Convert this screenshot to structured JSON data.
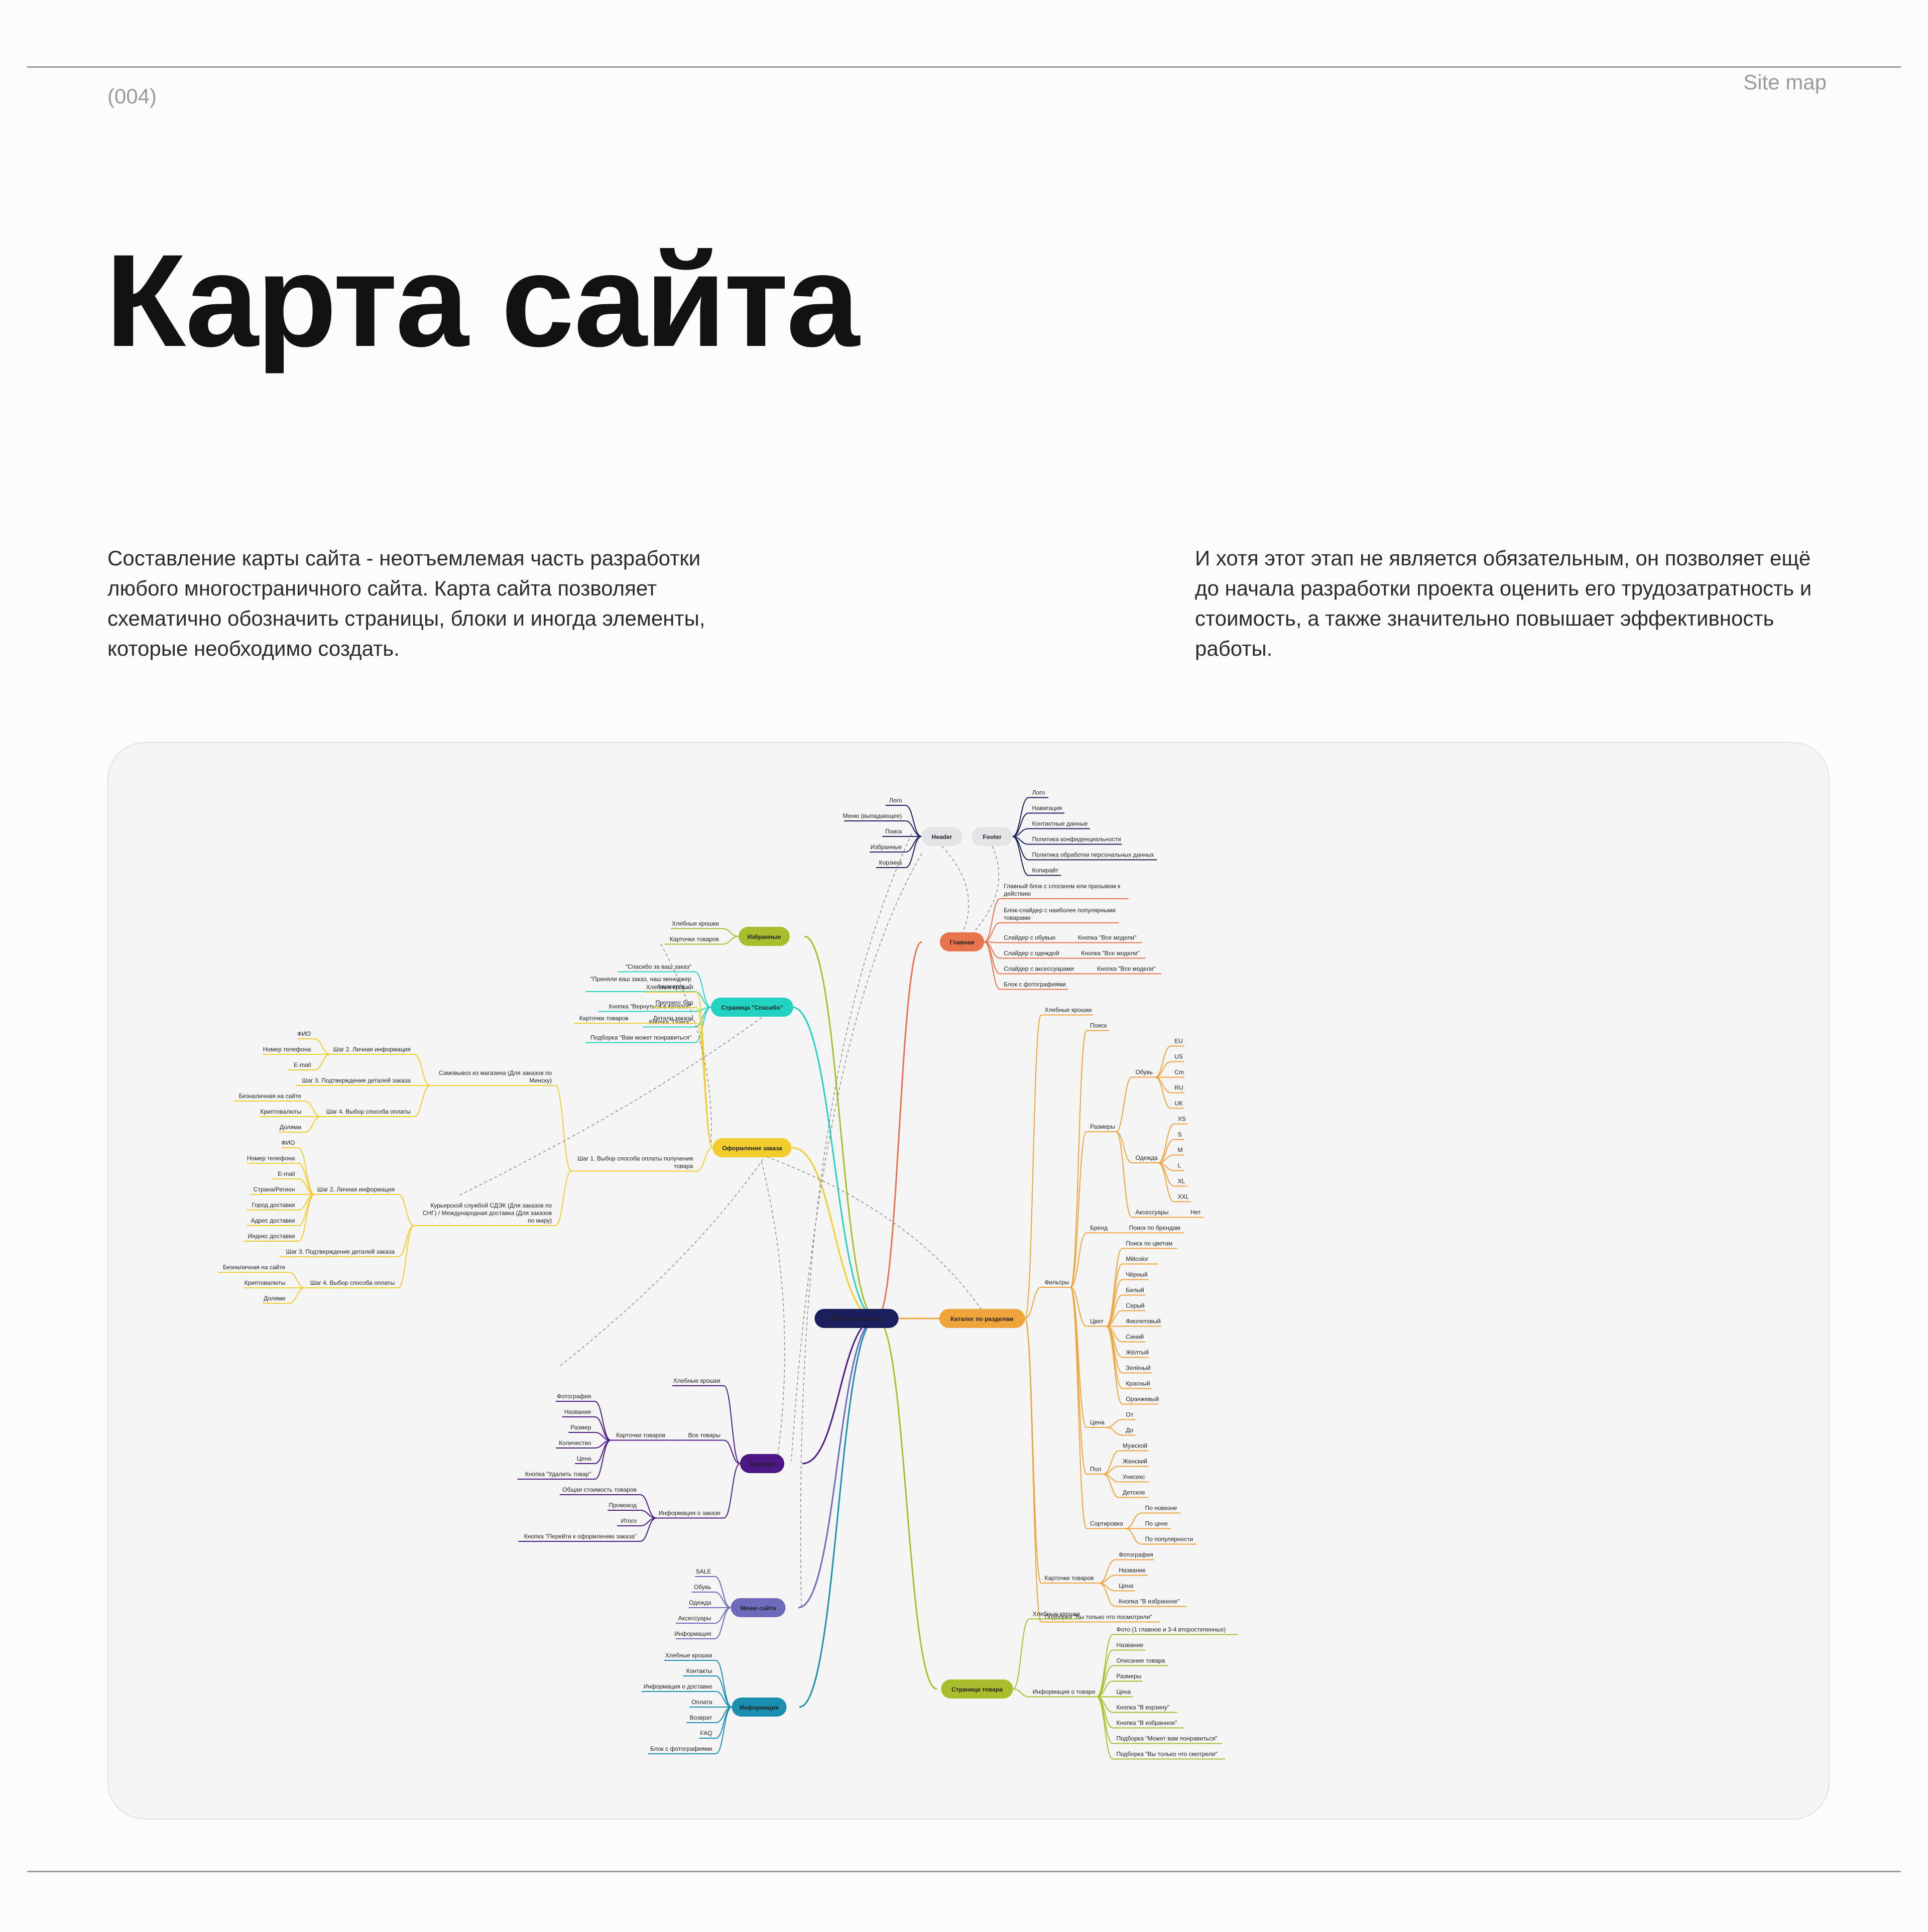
{
  "header": {
    "page_number": "(004)",
    "section": "Site map"
  },
  "title": "Карта сайта",
  "intro_left": "Составление карты сайта - неотъемлемая часть разработки любого многостраничного сайта. Карта сайта позволяет схематично обозначить страницы, блоки и иногда элементы, которые необходимо создать.",
  "intro_right": "И хотя этот этап не является обязательным, он позволяет ещё до начала разработки проекта оценить его трудозатратность и стоимость, а также значительно повышает эффективность работы.",
  "mindmap": {
    "root": "MSN sneakerstore",
    "branches": [
      {
        "label": "Главная",
        "color": "#e8734c",
        "items": [
          {
            "label": "Главный блок с слоганом или призывом к действию"
          },
          {
            "label": "Блок-слайдер с наиболее популярными товарами"
          },
          {
            "label": "Слайдер с обувью",
            "children": [
              {
                "label": "Кнопка \"Все модели\""
              }
            ]
          },
          {
            "label": "Слайдер с одеждой",
            "children": [
              {
                "label": "Кнопка \"Все модели\""
              }
            ]
          },
          {
            "label": "Слайдер с аксессуарами",
            "children": [
              {
                "label": "Кнопка \"Все модели\""
              }
            ]
          },
          {
            "label": "Блок с фотографиями"
          }
        ]
      },
      {
        "label": "Каталог по разделам",
        "color": "#f0a43c",
        "items": [
          {
            "label": "Хлебные крошки"
          },
          {
            "label": "Фильтры",
            "children": [
              {
                "label": "Поиск"
              },
              {
                "label": "Размеры",
                "children": [
                  {
                    "label": "Обувь",
                    "children": [
                      {
                        "label": "EU"
                      },
                      {
                        "label": "US"
                      },
                      {
                        "label": "Cm"
                      },
                      {
                        "label": "RU"
                      },
                      {
                        "label": "UK"
                      }
                    ]
                  },
                  {
                    "label": "Одежда",
                    "children": [
                      {
                        "label": "XS"
                      },
                      {
                        "label": "S"
                      },
                      {
                        "label": "M"
                      },
                      {
                        "label": "L"
                      },
                      {
                        "label": "XL"
                      },
                      {
                        "label": "XXL"
                      }
                    ]
                  },
                  {
                    "label": "Аксессуары",
                    "children": [
                      {
                        "label": "Нет"
                      }
                    ]
                  }
                ]
              },
              {
                "label": "Бренд",
                "children": [
                  {
                    "label": "Поиск по брендам"
                  }
                ]
              },
              {
                "label": "Цвет",
                "children": [
                  {
                    "label": "Поиск по цветам"
                  },
                  {
                    "label": "Miltcolor"
                  },
                  {
                    "label": "Чёрный"
                  },
                  {
                    "label": "Белый"
                  },
                  {
                    "label": "Серый"
                  },
                  {
                    "label": "Фиолетовый"
                  },
                  {
                    "label": "Синий"
                  },
                  {
                    "label": "Жёлтый"
                  },
                  {
                    "label": "Зелёный"
                  },
                  {
                    "label": "Красный"
                  },
                  {
                    "label": "Оранжевый"
                  }
                ]
              },
              {
                "label": "Цена",
                "children": [
                  {
                    "label": "От"
                  },
                  {
                    "label": "До"
                  }
                ]
              },
              {
                "label": "Пол",
                "children": [
                  {
                    "label": "Мужской"
                  },
                  {
                    "label": "Женский"
                  },
                  {
                    "label": "Унисекс"
                  },
                  {
                    "label": "Детское"
                  }
                ]
              },
              {
                "label": "Сортировка",
                "children": [
                  {
                    "label": "По новизне"
                  },
                  {
                    "label": "По цене"
                  },
                  {
                    "label": "По популярности"
                  }
                ]
              }
            ]
          },
          {
            "label": "Карточки товаров",
            "children": [
              {
                "label": "Фотография"
              },
              {
                "label": "Название"
              },
              {
                "label": "Цена"
              },
              {
                "label": "Кнопка \"В избранное\""
              }
            ]
          },
          {
            "label": "Подборка \"Вы только что посмотрели\""
          }
        ]
      },
      {
        "label": "Страница товара",
        "color": "#a9be2c",
        "items": [
          {
            "label": "Хлебные крошки"
          },
          {
            "label": "Информация о товаре",
            "children": [
              {
                "label": "Фото (1 главное и 3-4 второстепенных)"
              },
              {
                "label": "Название"
              },
              {
                "label": "Описание товара"
              },
              {
                "label": "Размеры"
              },
              {
                "label": "Цена"
              },
              {
                "label": "Кнопка \"В корзину\""
              },
              {
                "label": "Кнопка \"В избранное\""
              },
              {
                "label": "Подборка \"Может вам понравиться\""
              },
              {
                "label": "Подборка \"Вы только что смотрели\""
              }
            ]
          }
        ]
      },
      {
        "label": "Избранные",
        "color": "#a9be2c",
        "items": [
          {
            "label": "Хлебные крошки"
          },
          {
            "label": "Карточки товаров"
          }
        ]
      },
      {
        "label": "Страница \"Спасибо\"",
        "color": "#22d3c1",
        "items": [
          {
            "label": "\"Спасибо за ваш заказ\""
          },
          {
            "label": "\"Приняли ваш заказ, наш менеджер свяжется...\""
          },
          {
            "label": "Кнопка \"Вернуться в каталог\""
          },
          {
            "label": "Кнопка \"Поиск\""
          },
          {
            "label": "Подборка \"Вам может понравиться\""
          }
        ]
      },
      {
        "label": "Оформление заказа",
        "color": "#f2cd2e",
        "items": [
          {
            "label": "Хлебные крошки"
          },
          {
            "label": "Прогресс бар"
          },
          {
            "label": "Детали заказа",
            "children": [
              {
                "label": "Карточки товаров"
              }
            ]
          },
          {
            "label": "Шаг 1. Выбор способа оплаты получения товара",
            "children": [
              {
                "label": "Самовывоз из магазина (Для заказов по Минску)",
                "children": [
                  {
                    "label": "Шаг 2. Личная информация",
                    "children": [
                      {
                        "label": "ФИО"
                      },
                      {
                        "label": "Номер телефона"
                      },
                      {
                        "label": "E-mail"
                      }
                    ]
                  },
                  {
                    "label": "Шаг 3. Подтверждение деталей заказа"
                  },
                  {
                    "label": "Шаг 4. Выбор способа оплаты",
                    "children": [
                      {
                        "label": "Безналичная на сайте"
                      },
                      {
                        "label": "Криптовалюты"
                      },
                      {
                        "label": "Долями"
                      }
                    ]
                  }
                ]
              },
              {
                "label": "Курьерской службой СДЭК (Для заказов по СНГ) / Международная доставка (Для заказов по миру)",
                "children": [
                  {
                    "label": "Шаг 2. Личная информация",
                    "children": [
                      {
                        "label": "ФИО"
                      },
                      {
                        "label": "Номер телефона"
                      },
                      {
                        "label": "E-mail"
                      },
                      {
                        "label": "Страна/Регион"
                      },
                      {
                        "label": "Город доставки"
                      },
                      {
                        "label": "Адрес доставки"
                      },
                      {
                        "label": "Индекс доставки"
                      }
                    ]
                  },
                  {
                    "label": "Шаг 3. Подтверждение деталей заказа"
                  },
                  {
                    "label": "Шаг 4. Выбор способа оплаты",
                    "children": [
                      {
                        "label": "Безналичная на сайте"
                      },
                      {
                        "label": "Криптовалюты"
                      },
                      {
                        "label": "Долями"
                      }
                    ]
                  }
                ]
              }
            ]
          }
        ]
      },
      {
        "label": "Корзина",
        "color": "#4a1783",
        "items": [
          {
            "label": "Хлебные крошки"
          },
          {
            "label": "Все товары",
            "children": [
              {
                "label": "Карточки товаров",
                "children": [
                  {
                    "label": "Фотография"
                  },
                  {
                    "label": "Название"
                  },
                  {
                    "label": "Размер"
                  },
                  {
                    "label": "Количество"
                  },
                  {
                    "label": "Цена"
                  },
                  {
                    "label": "Кнопка \"Удалить товар\""
                  }
                ]
              }
            ]
          },
          {
            "label": "Информация о заказе",
            "children": [
              {
                "label": "Общая стоимость товаров"
              },
              {
                "label": "Промокод"
              },
              {
                "label": "Итого"
              },
              {
                "label": "Кнопка \"Перейти к оформлению заказа\""
              }
            ]
          }
        ]
      },
      {
        "label": "Меню сайта",
        "color": "#6e6bbd",
        "items": [
          {
            "label": "SALE"
          },
          {
            "label": "Обувь"
          },
          {
            "label": "Одежда"
          },
          {
            "label": "Аксессуары"
          },
          {
            "label": "Информация"
          }
        ]
      },
      {
        "label": "Информация",
        "color": "#1a8fb0",
        "items": [
          {
            "label": "Хлебные крошки"
          },
          {
            "label": "Контакты"
          },
          {
            "label": "Информация о доставке"
          },
          {
            "label": "Оплата"
          },
          {
            "label": "Возврат"
          },
          {
            "label": "FAQ"
          },
          {
            "label": "Блок с фотографиями"
          }
        ]
      }
    ],
    "header_node": {
      "label": "Header",
      "items": [
        "Лого",
        "Меню (выпадающее)",
        "Поиск",
        "Избранные",
        "Корзина"
      ]
    },
    "footer_node": {
      "label": "Footer",
      "items": [
        "Лого",
        "Навигация",
        "Контактные данные",
        "Политика конфиденциальности",
        "Политика обработки персональных данных",
        "Копирайт"
      ]
    },
    "colors": {
      "root": "#1c1f5e",
      "header_footer": "#1c1f5e",
      "pill_gray": "#e4e4e6",
      "dashed": "#8a8a8a"
    }
  }
}
